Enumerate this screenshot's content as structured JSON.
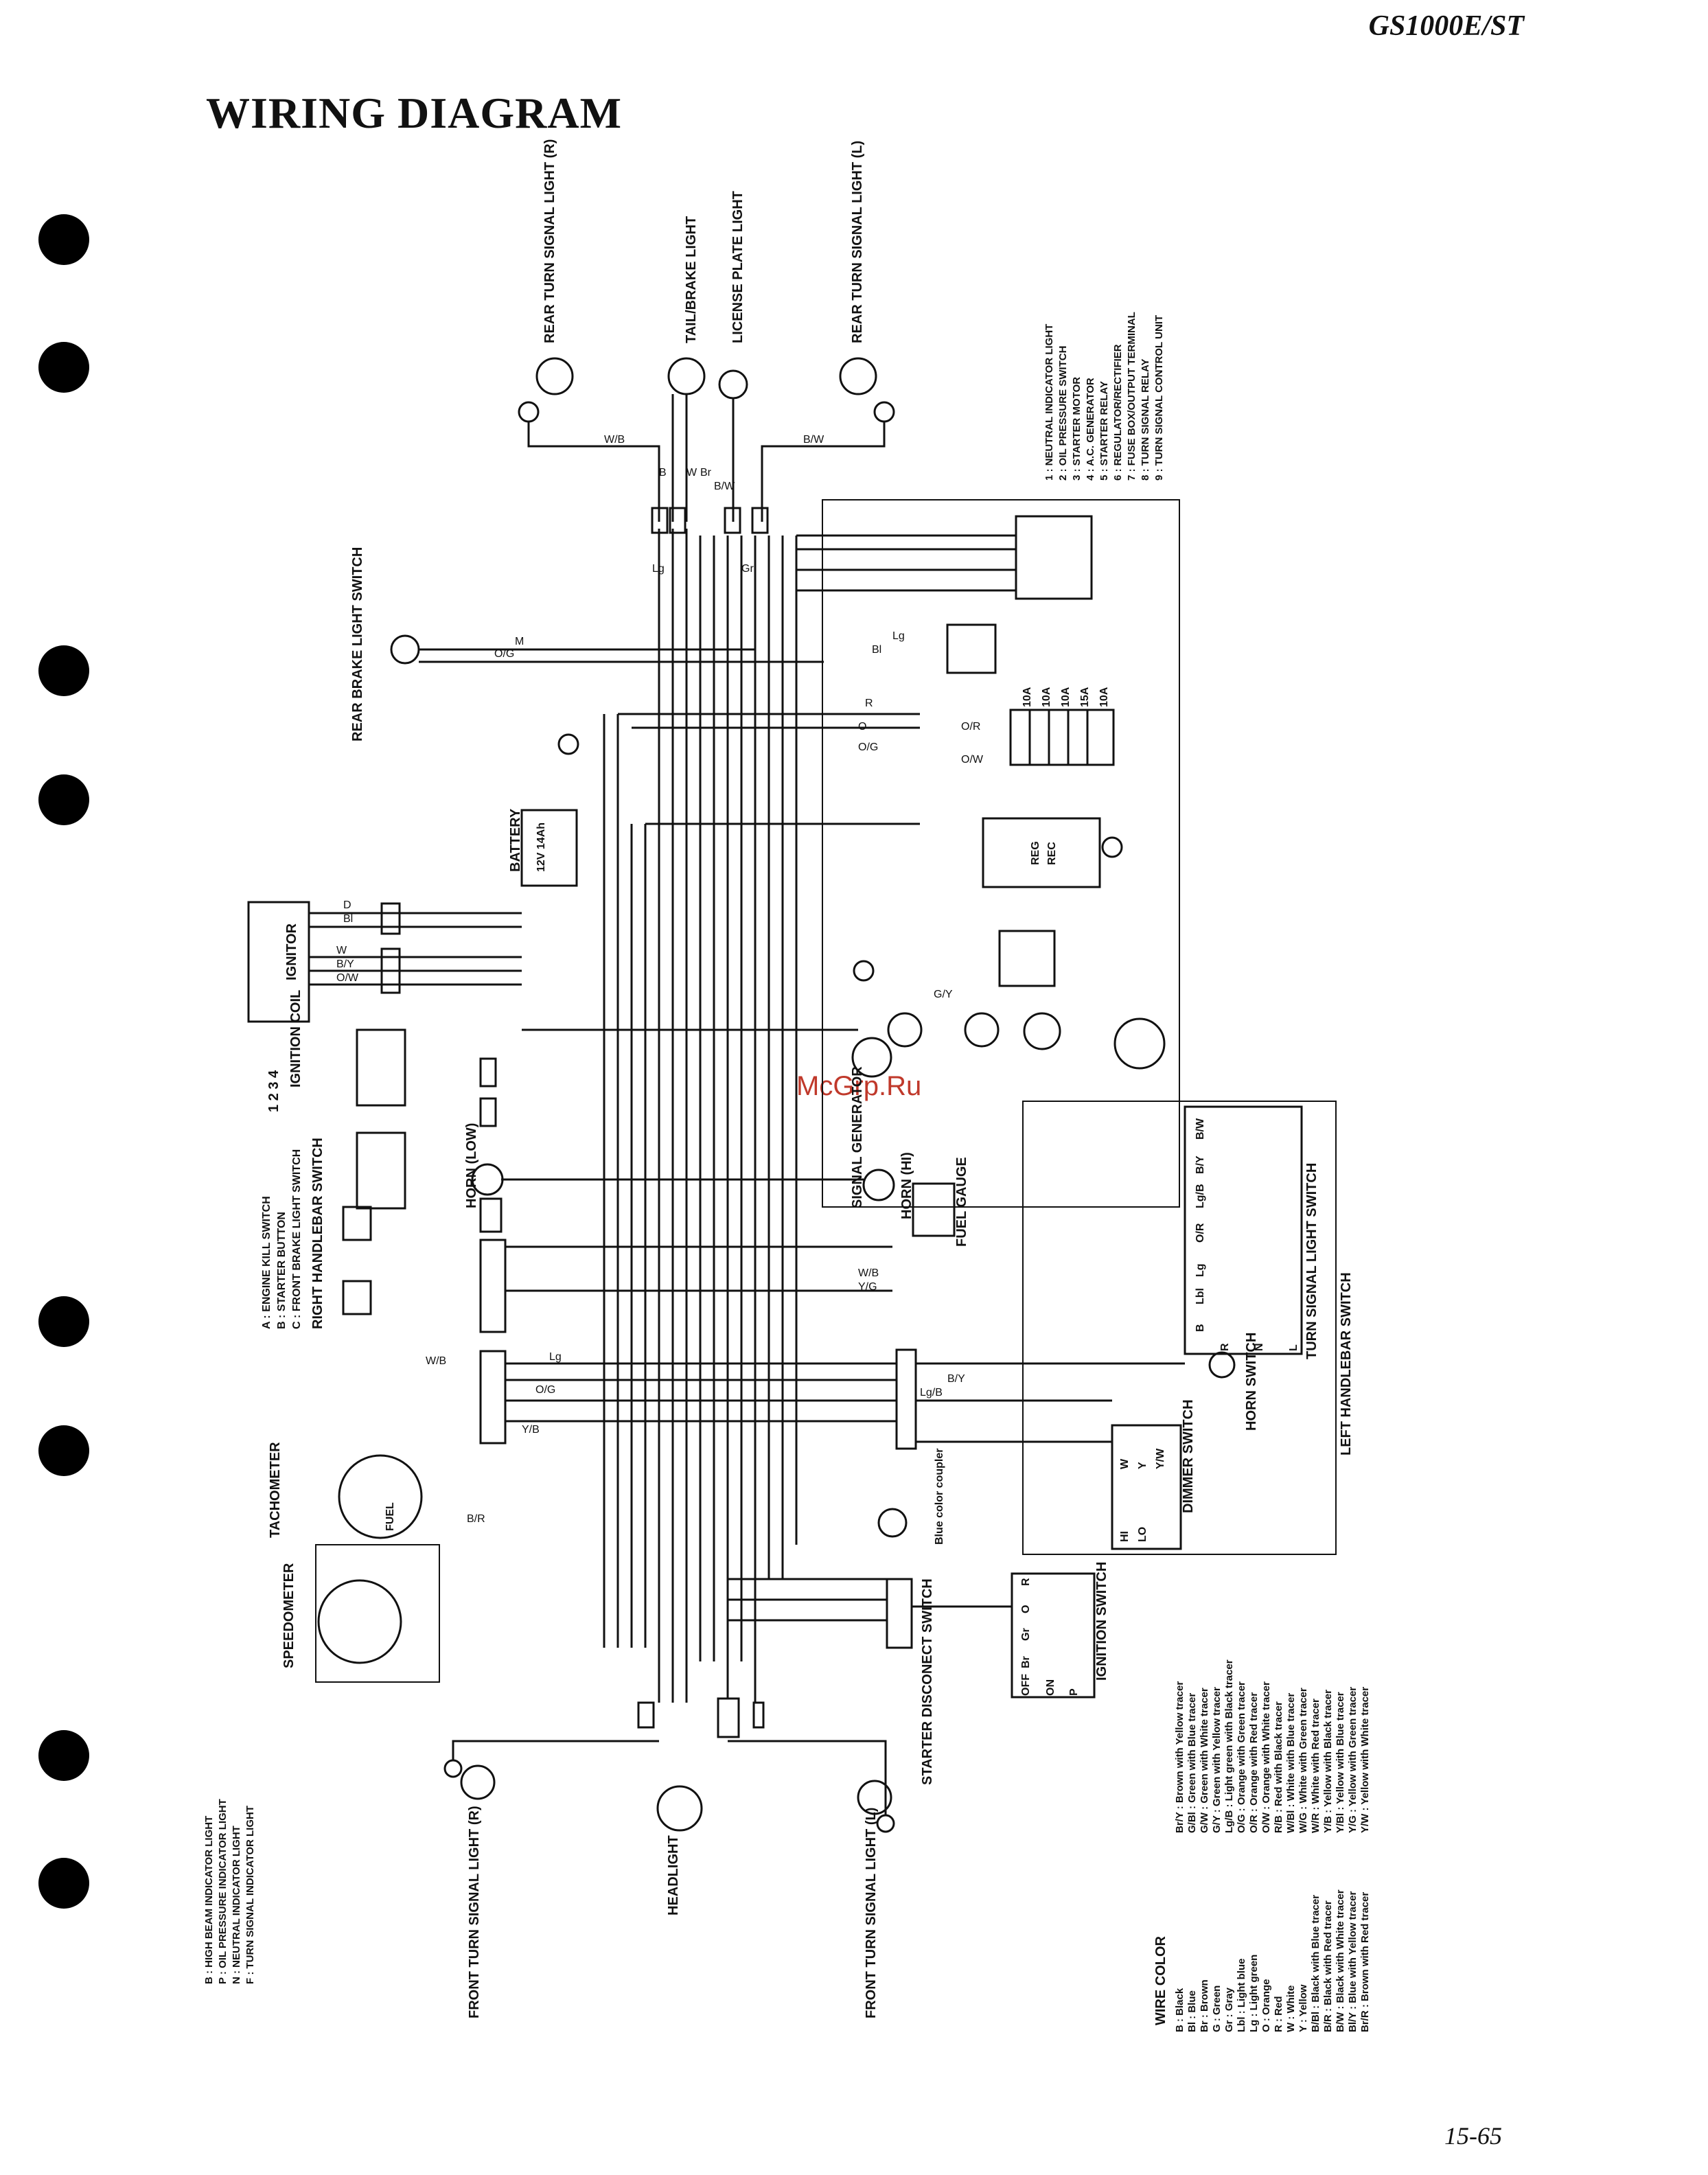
{
  "header": {
    "model": "GS1000E/ST"
  },
  "page": {
    "title": "WIRING DIAGRAM",
    "number": "15-65"
  },
  "watermark": "McGrp.Ru",
  "components": {
    "rear_turn_r": "REAR TURN SIGNAL LIGHT (R)",
    "tail_brake": "TAIL/BRAKE LIGHT",
    "license_plate": "LICENSE PLATE LIGHT",
    "rear_turn_l": "REAR TURN SIGNAL LIGHT (L)",
    "rear_brake_switch": "REAR BRAKE LIGHT SWITCH",
    "battery": "BATTERY",
    "battery_rating": "12V 14Ah",
    "ignitor": "IGNITOR",
    "ignition_coil": "IGNITION COIL",
    "coil_numbers": "1 2 3 4",
    "signal_generator": "SIGNAL GENERATOR",
    "horn_low": "HORN (LOW)",
    "horn_hi": "HORN (HI)",
    "fuel_gauge": "FUEL GAUGE",
    "right_handlebar": "RIGHT HANDLEBAR SWITCH",
    "right_handlebar_a": "A : ENGINE KILL SWITCH",
    "right_handlebar_b": "B : STARTER BUTTON",
    "right_handlebar_c": "C : FRONT BRAKE LIGHT SWITCH",
    "tachometer": "TACHOMETER",
    "speedometer": "SPEEDOMETER",
    "fuel": "FUEL",
    "reg_rec_1": "REG",
    "reg_rec_2": "REC",
    "turn_signal_light_switch": "TURN SIGNAL LIGHT SWITCH",
    "left_handlebar": "LEFT HANDLEBAR SWITCH",
    "horn_switch": "HORN SWITCH",
    "dimmer_switch": "DIMMER SWITCH",
    "blue_coupler": "Blue color coupler",
    "ignition_switch": "IGNITION SWITCH",
    "starter_disconnect": "STARTER DISCONECT SWITCH",
    "front_turn_r": "FRONT TURN SIGNAL LIGHT (R)",
    "headlight": "HEADLIGHT",
    "front_turn_l": "FRONT TURN SIGNAL LIGHT (L)"
  },
  "fuses": [
    "10A",
    "10A",
    "10A",
    "15A",
    "10A"
  ],
  "ignition_positions": [
    "OFF",
    "ON",
    "P"
  ],
  "ignition_columns": [
    "R",
    "O",
    "Gr",
    "Br"
  ],
  "dimmer_rows": [
    "HI",
    "LO"
  ],
  "dimmer_cols": [
    "W",
    "Y",
    "Y/W"
  ],
  "turn_switch_cols": [
    "B/W",
    "B/Y",
    "Lg/B",
    "O/R",
    "Lg",
    "Lbl",
    "B"
  ],
  "turn_switch_rows": [
    "R",
    "N",
    "L"
  ],
  "numbered_components": [
    "1 : NEUTRAL INDICATOR LIGHT",
    "2 : OIL PRESSURE SWITCH",
    "3 : STARTER MOTOR",
    "4 : A.C. GENERATOR",
    "5 : STARTER RELAY",
    "6 : REGULATOR/RECTIFIER",
    "7 : FUSE BOX/OUTPUT TERMINAL",
    "8 : TURN SIGNAL RELAY",
    "9 : TURN SIGNAL CONTROL UNIT"
  ],
  "indicator_legend": [
    "B : HIGH BEAM INDICATOR LIGHT",
    "P : OIL PRESSURE INDICATOR LIGHT",
    "N : NEUTRAL INDICATOR LIGHT",
    "F : TURN SIGNAL INDICATOR LIGHT"
  ],
  "wire_color": {
    "title": "WIRE COLOR",
    "left": [
      "B : Black",
      "Bl : Blue",
      "Br : Brown",
      "G : Green",
      "Gr : Gray",
      "Lbl : Light blue",
      "Lg : Light green",
      "O : Orange",
      "R : Red",
      "W : White",
      "Y : Yellow",
      "B/Bl : Black with Blue tracer",
      "B/R : Black with Red tracer",
      "B/W : Black with White tracer",
      "Bl/Y : Blue with Yellow tracer",
      "Br/R : Brown with Red tracer"
    ],
    "right": [
      "Br/Y : Brown with Yellow tracer",
      "G/Bl : Green with Blue tracer",
      "G/W : Green with White tracer",
      "G/Y : Green with Yellow tracer",
      "Lg/B : Light green with Black tracer",
      "O/G : Orange with Green tracer",
      "O/R : Orange with Red tracer",
      "O/W : Orange with White tracer",
      "R/B : Red with Black tracer",
      "W/Bl : White with Blue tracer",
      "W/G : White with Green tracer",
      "W/R : White with Red tracer",
      "Y/B : Yellow with Black tracer",
      "Y/Bl : Yellow with Blue tracer",
      "Y/G : Yellow with Green tracer",
      "Y/W : Yellow with White tracer"
    ]
  },
  "wire_labels": [
    "W/B",
    "B/W",
    "B",
    "W",
    "Br",
    "B/W",
    "Lg",
    "Gr",
    "M",
    "O/G",
    "Lg",
    "Bl",
    "R",
    "O",
    "O/R",
    "O/G",
    "O/W",
    "D",
    "Bl",
    "W",
    "B/Y",
    "O/W",
    "G/Y",
    "Y/B",
    "W/B",
    "Y/G",
    "W/B",
    "Lg",
    "Lg/B",
    "O/G",
    "B/Y",
    "B/R"
  ]
}
